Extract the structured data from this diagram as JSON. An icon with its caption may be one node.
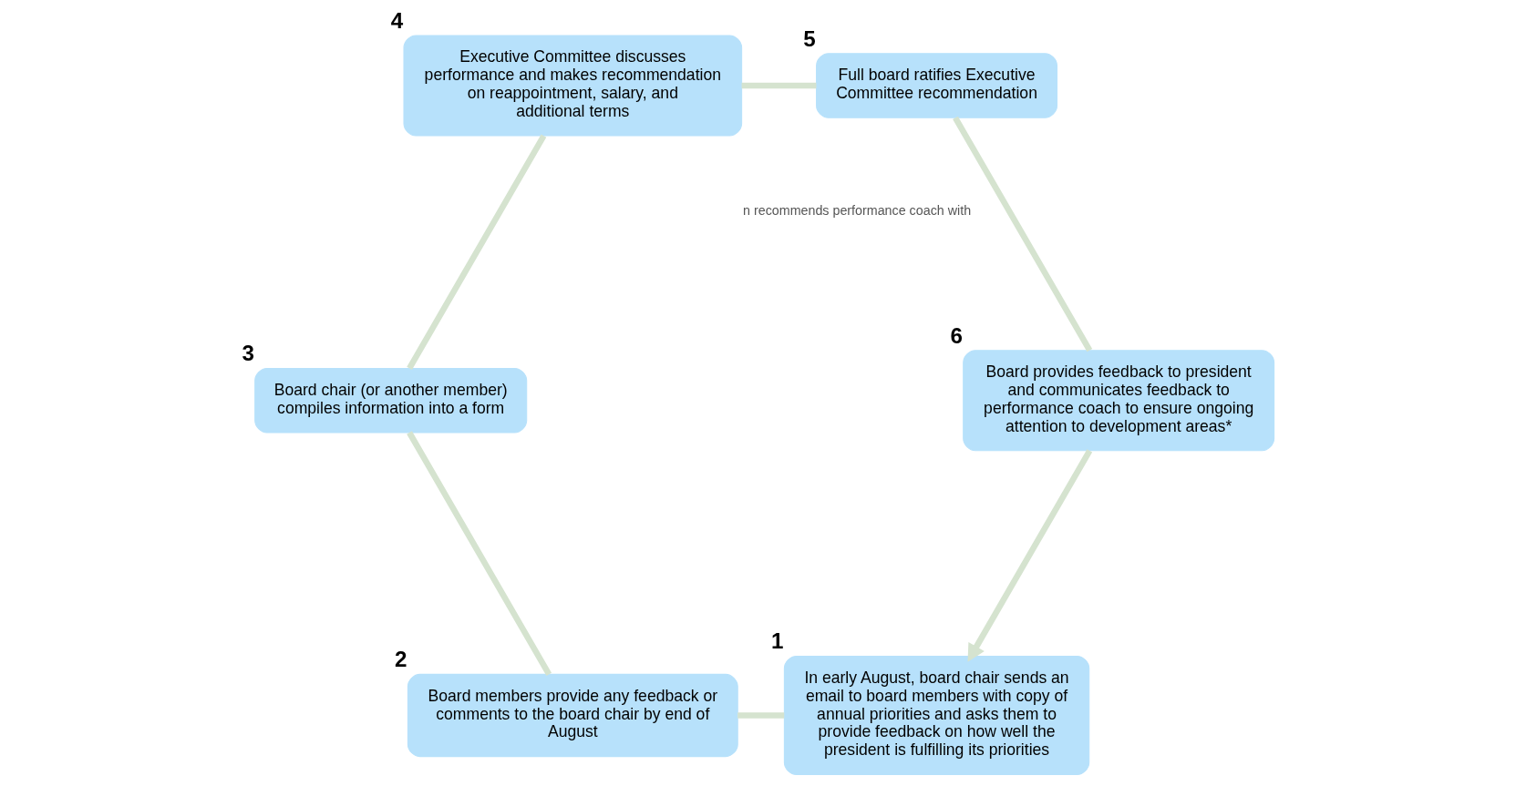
{
  "diagram": {
    "nodes": [
      {
        "text": [
          "In early August, board chair sends an email to board members with copy of annual priorities and asks them to provide feedback on how well the president is fulfilling its priorities"
        ],
        "beside": [
          "1"
        ]
      },
      {
        "text": [
          "Board members provide any feedback or comments to the board chair by end of August"
        ],
        "beside": [
          "2"
        ]
      },
      {
        "text": [
          "Board chair (or another member) compiles information into a form"
        ],
        "beside": [
          "3"
        ]
      },
      {
        "text": [
          "Executive Committee discusses performance and makes recommendation on reappointment, salary, and additional terms"
        ],
        "beside": [
          "4"
        ]
      },
      {
        "text": [
          "Full board ratifies Executive Committee recommendation"
        ],
        "beside": [
          "5"
        ]
      },
      {
        "text": [
          "Board provides feedback to president and communicates feedback to performance coach to ensure ongoing attention to development areas*"
        ],
        "beside": [
          "6"
        ]
      }
    ],
    "edges": [
      {
        "from": 0,
        "to": 1,
        "arrow": "none"
      },
      {
        "from": 1,
        "to": 2,
        "arrow": "none"
      },
      {
        "from": 2,
        "to": 3,
        "arrow": "none"
      },
      {
        "from": 3,
        "to": 4,
        "arrow": "none"
      },
      {
        "from": 4,
        "to": 5,
        "arrow": "none"
      },
      {
        "from": 5,
        "to": 0,
        "arrow": "to"
      }
    ],
    "labels": [
      "n recommends performance coach with"
    ]
  }
}
